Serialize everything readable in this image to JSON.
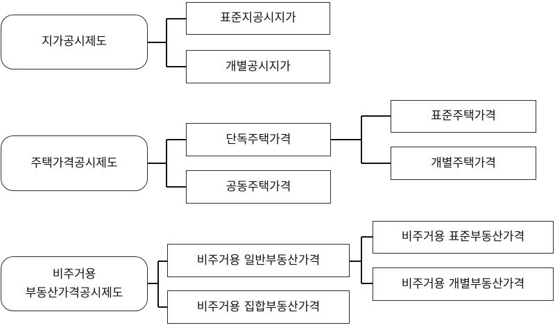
{
  "group1": {
    "root": "지가공시제도",
    "children": [
      "표준지공시지가",
      "개별공시지가"
    ]
  },
  "group2": {
    "root": "주택가격공시제도",
    "children": [
      "단독주택가격",
      "공동주택가격"
    ],
    "grandchildren": [
      "표준주택가격",
      "개별주택가격"
    ]
  },
  "group3": {
    "root_line1": "비주거용",
    "root_line2": "부동산가격공시제도",
    "children": [
      "비주거용 일반부동산가격",
      "비주거용 집합부동산가격"
    ],
    "grandchildren": [
      "비주거용 표준부동산가격",
      "비주거용 개별부동산가격"
    ]
  }
}
